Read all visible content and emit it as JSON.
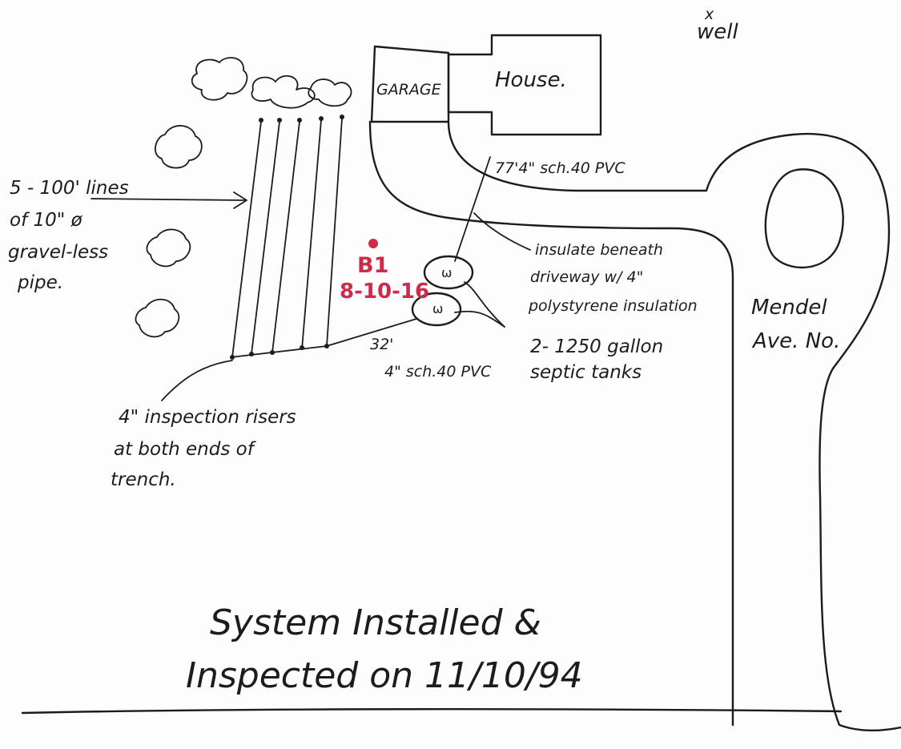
{
  "well_label": "well",
  "well_marker": "x",
  "garage_label": "GARAGE",
  "house_label": "House.",
  "pipe_top_label": "77'4\" sch.40 PVC",
  "lines_label": [
    "5 - 100' lines",
    "of 10\" ø",
    "gravel-less",
    "pipe."
  ],
  "insulate_label": [
    "insulate beneath",
    "driveway w/ 4\"",
    "polystyrene insulation"
  ],
  "street_label": [
    "Mendel",
    "Ave. No."
  ],
  "stamp": [
    "B1",
    "8-10-16"
  ],
  "pipe_bottom_label": [
    "32'",
    "4\" sch.40 PVC"
  ],
  "tanks_label": [
    "2- 1250 gallon",
    "septic tanks"
  ],
  "risers_label": [
    "4\" inspection risers",
    "at both ends of",
    "trench."
  ],
  "footer": [
    "System Installed &",
    "Inspected on 11/10/94"
  ]
}
